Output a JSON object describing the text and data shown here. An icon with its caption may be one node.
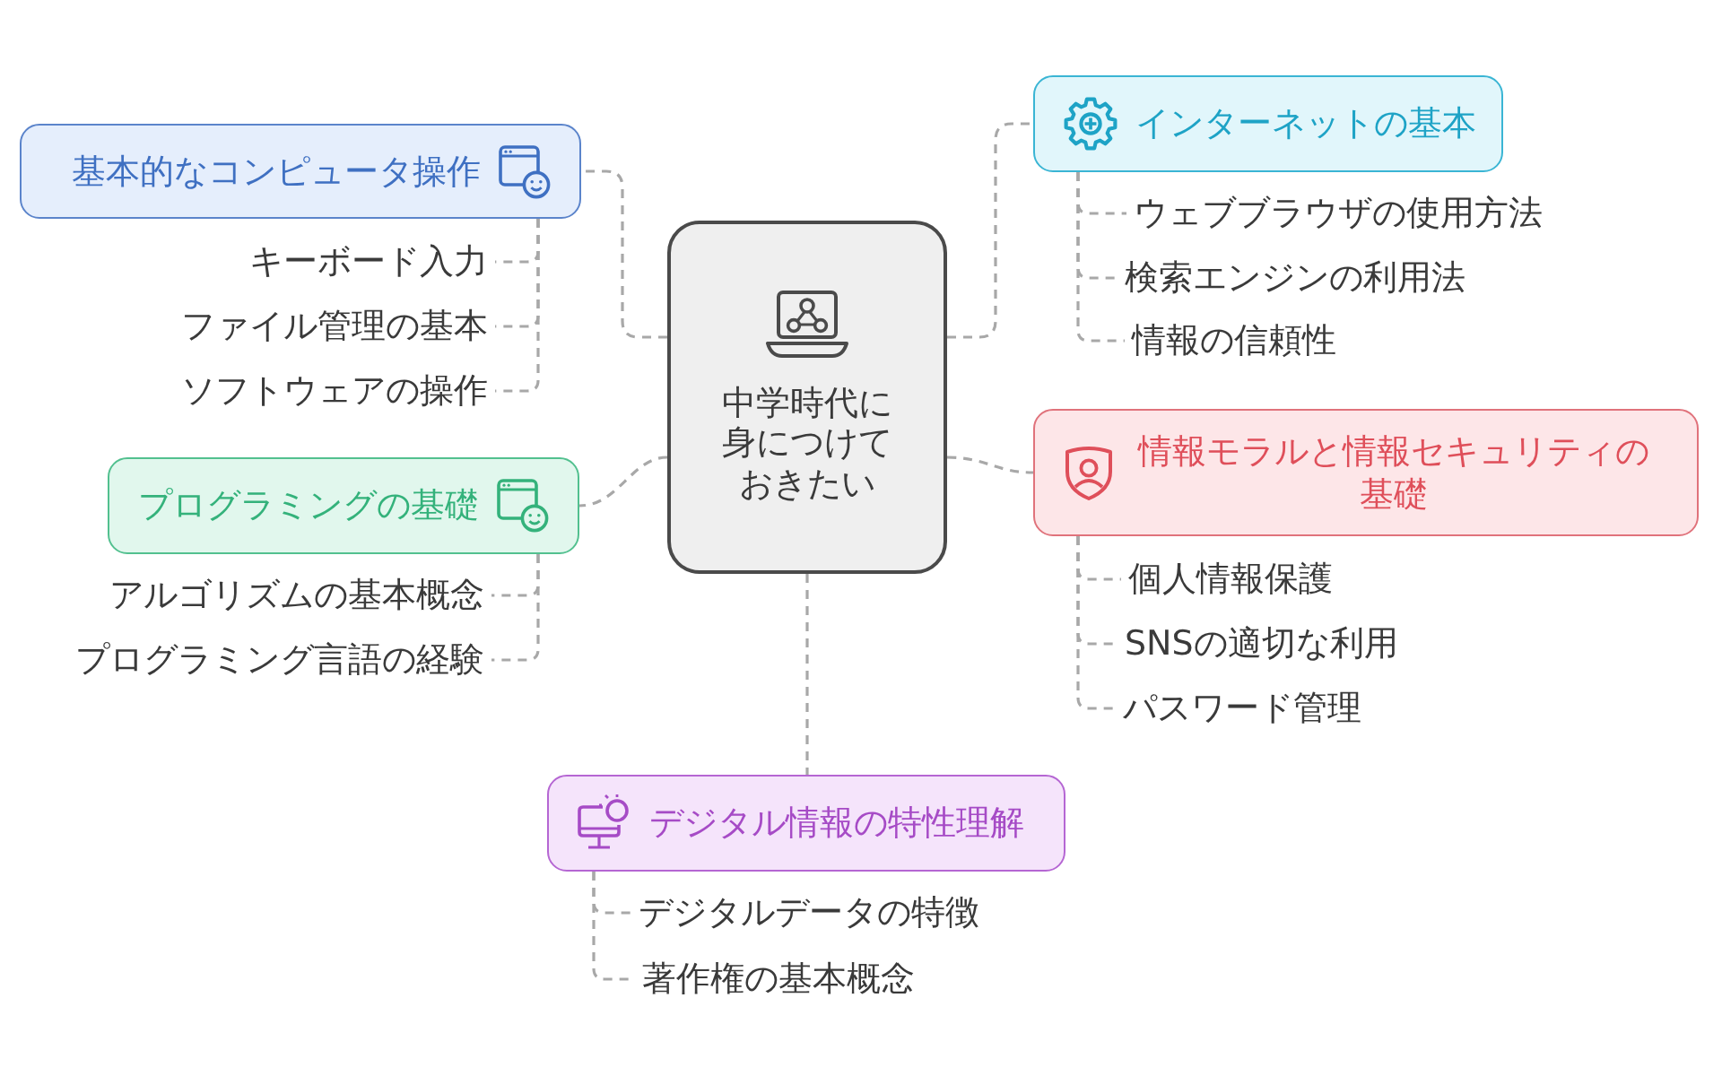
{
  "diagram": {
    "nodes": [
      {
        "text": [
          "中学時代に身につけておきたい"
        ]
      },
      {
        "text": [
          "基本的なコンピュータ操作"
        ]
      },
      {
        "text": [
          "キーボード入力"
        ]
      },
      {
        "text": [
          "ファイル管理の基本"
        ]
      },
      {
        "text": [
          "ソフトウェアの操作"
        ]
      },
      {
        "text": [
          "インターネットの基本"
        ]
      },
      {
        "text": [
          "ウェブブラウザの使用方法"
        ]
      },
      {
        "text": [
          "検索エンジンの利用法"
        ]
      },
      {
        "text": [
          "情報の信頼性"
        ]
      },
      {
        "text": [
          "プログラミングの基礎"
        ]
      },
      {
        "text": [
          "アルゴリズムの基本概念"
        ]
      },
      {
        "text": [
          "プログラミング言語の経験"
        ]
      },
      {
        "text": [
          "情報モラルと情報セキュリティの基礎"
        ]
      },
      {
        "text": [
          "個人情報保護"
        ]
      },
      {
        "text": [
          "SNSの適切な利用"
        ]
      },
      {
        "text": [
          "パスワード管理"
        ]
      },
      {
        "text": [
          "デジタル情報の特性理解"
        ]
      },
      {
        "text": [
          "デジタルデータの特徴"
        ]
      },
      {
        "text": [
          "著作権の基本概念"
        ]
      }
    ],
    "edges": [
      {
        "from": 0,
        "to": 1,
        "arrow": "none"
      },
      {
        "from": 1,
        "to": 2,
        "arrow": "none"
      },
      {
        "from": 1,
        "to": 3,
        "arrow": "none"
      },
      {
        "from": 1,
        "to": 4,
        "arrow": "none"
      },
      {
        "from": 0,
        "to": 5,
        "arrow": "none"
      },
      {
        "from": 5,
        "to": 6,
        "arrow": "none"
      },
      {
        "from": 5,
        "to": 7,
        "arrow": "none"
      },
      {
        "from": 5,
        "to": 8,
        "arrow": "none"
      },
      {
        "from": 0,
        "to": 9,
        "arrow": "none"
      },
      {
        "from": 9,
        "to": 10,
        "arrow": "none"
      },
      {
        "from": 9,
        "to": 11,
        "arrow": "none"
      },
      {
        "from": 0,
        "to": 12,
        "arrow": "none"
      },
      {
        "from": 12,
        "to": 13,
        "arrow": "none"
      },
      {
        "from": 12,
        "to": 14,
        "arrow": "none"
      },
      {
        "from": 12,
        "to": 15,
        "arrow": "none"
      },
      {
        "from": 0,
        "to": 16,
        "arrow": "none"
      },
      {
        "from": 16,
        "to": 17,
        "arrow": "none"
      },
      {
        "from": 16,
        "to": 18,
        "arrow": "none"
      }
    ]
  }
}
